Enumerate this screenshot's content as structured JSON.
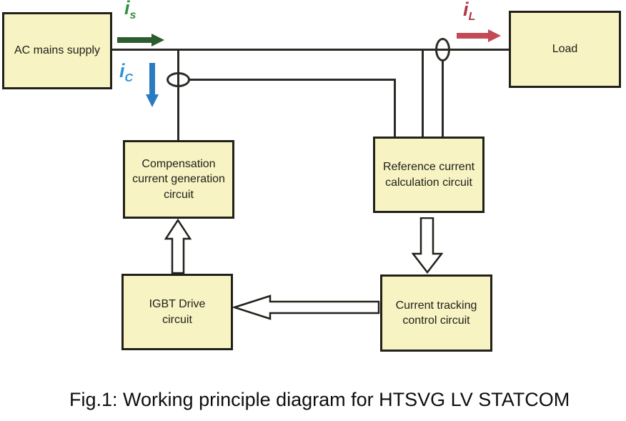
{
  "diagram": {
    "caption": "Fig.1: Working principle diagram for HTSVG LV STATCOM",
    "boxes": {
      "ac_mains": {
        "lines": [
          "AC mains supply"
        ]
      },
      "load": {
        "lines": [
          "Load"
        ]
      },
      "compensation": {
        "lines": [
          "Compensation",
          "current generation",
          "circuit"
        ]
      },
      "reference": {
        "lines": [
          "Reference current",
          "calculation circuit"
        ]
      },
      "igbt": {
        "lines": [
          "IGBT Drive",
          "circuit"
        ]
      },
      "tracking": {
        "lines": [
          "Current tracking",
          "control circuit"
        ]
      }
    },
    "currents": {
      "supply": {
        "base": "i",
        "sub": "s"
      },
      "compensation": {
        "base": "i",
        "sub": "C"
      },
      "load": {
        "base": "i",
        "sub": "L"
      }
    }
  },
  "colors": {
    "box_fill": "#f7f3c3",
    "box_border": "#21211a",
    "wire": "#2b2b26",
    "text": "#21211a",
    "supply_label": "#2f9242",
    "supply_arrow": "#2d5c2f",
    "compensation_label": "#2e93d5",
    "compensation_arrow": "#2a7cc2",
    "load_label": "#b03543",
    "load_arrow": "#c24b55"
  }
}
